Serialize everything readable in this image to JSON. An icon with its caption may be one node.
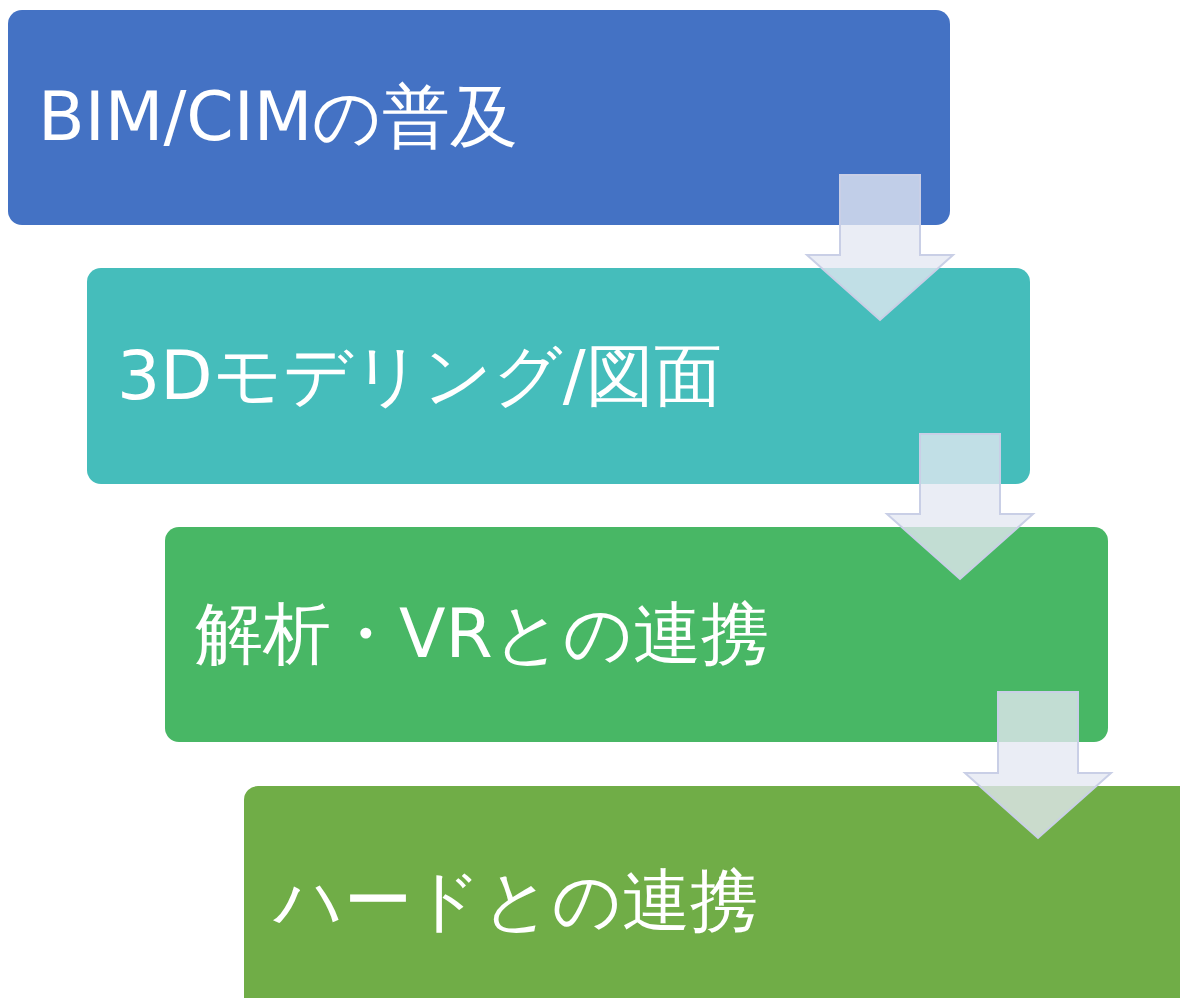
{
  "diagram": {
    "nodes": [
      {
        "text": [
          "BIM/CIMの普及"
        ]
      },
      {
        "text": [
          "3Dモデリング/図面"
        ]
      },
      {
        "text": [
          "解析・VRとの連携"
        ]
      },
      {
        "text": [
          "ハードとの連携"
        ]
      }
    ],
    "edges": [
      {
        "from": 0,
        "to": 1,
        "arrow": "to"
      },
      {
        "from": 1,
        "to": 2,
        "arrow": "to"
      },
      {
        "from": 2,
        "to": 3,
        "arrow": "to"
      }
    ]
  }
}
